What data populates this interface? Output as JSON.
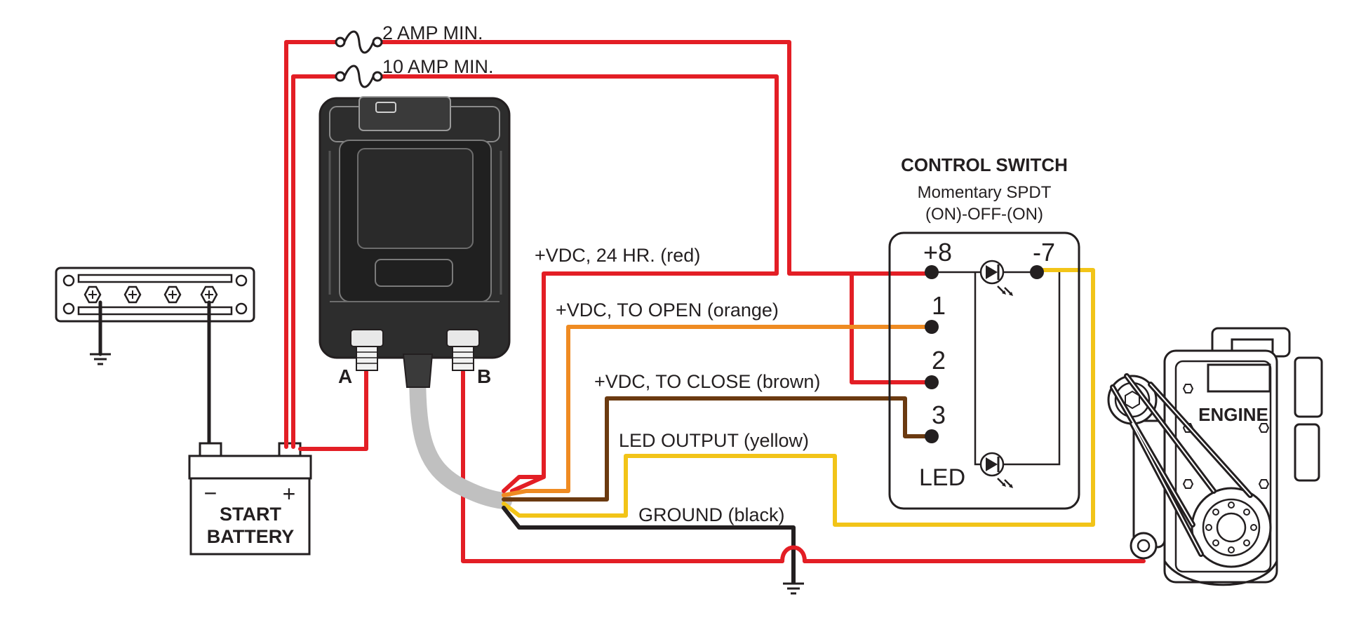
{
  "colors": {
    "red": "#e31e25",
    "orange": "#ef8b22",
    "brown": "#6b3a10",
    "yellow": "#f2c418",
    "black": "#231f20",
    "harness_gray": "#c0c0c0",
    "relay_body": "#2d2d2d"
  },
  "fuses": {
    "fuse_1": "2 AMP MIN.",
    "fuse_2": "10 AMP MIN."
  },
  "relay": {
    "terminal_a": "A",
    "terminal_b": "B"
  },
  "wires": {
    "vdc_24hr": "+VDC, 24 HR. (red)",
    "vdc_open": "+VDC, TO OPEN (orange)",
    "vdc_close": "+VDC, TO CLOSE (brown)",
    "led_output": "LED OUTPUT (yellow)",
    "ground": "GROUND (black)"
  },
  "control_switch": {
    "title": "CONTROL SWITCH",
    "type": "Momentary SPDT",
    "positions": "(ON)-OFF-(ON)",
    "pin_plus8": "+8",
    "pin_minus7": "-7",
    "pin_1": "1",
    "pin_2": "2",
    "pin_3": "3",
    "led_label": "LED"
  },
  "battery": {
    "label_line1": "START",
    "label_line2": "BATTERY",
    "minus": "−",
    "plus": "+"
  },
  "engine": {
    "label": "ENGINE"
  },
  "icons": [
    "fuse-icon",
    "ground-icon",
    "led-icon",
    "bus-bar-icon",
    "battery-icon",
    "relay-icon",
    "engine-icon"
  ]
}
